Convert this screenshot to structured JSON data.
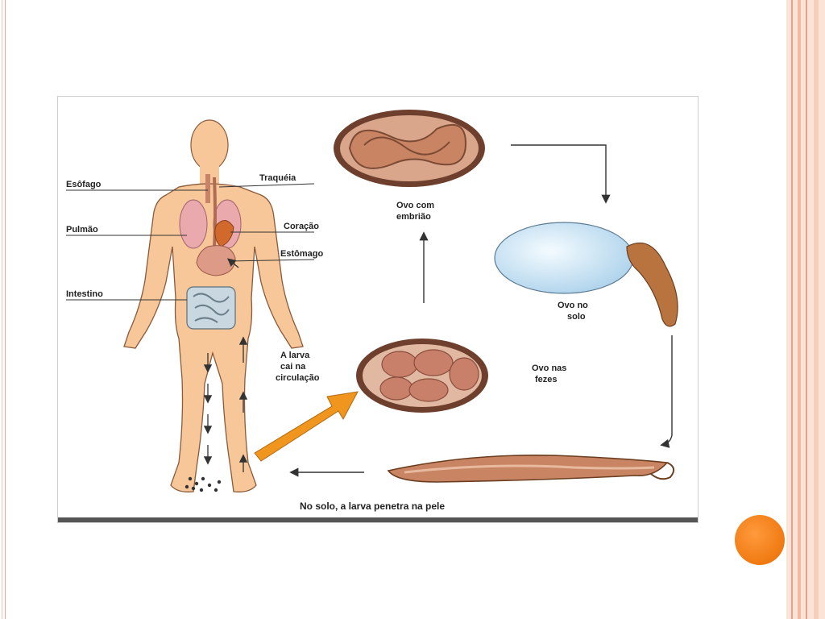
{
  "diagram": {
    "labels": {
      "esofago": "Esôfago",
      "traqueia": "Traquéia",
      "pulmao": "Pulmão",
      "coracao": "Coração",
      "estomago": "Estômago",
      "intestino": "Intestino",
      "larva_line1": "A larva",
      "larva_line2": "cai na",
      "larva_line3": "circulação",
      "ovo_embriao_line1": "Ovo com",
      "ovo_embriao_line2": "embrião",
      "ovo_solo_line1": "Ovo no",
      "ovo_solo_line2": "solo",
      "ovo_fezes_line1": "Ovo nas",
      "ovo_fezes_line2": "fezes",
      "caption": "No solo, a larva penetra na pele"
    },
    "colors": {
      "skin": "#f7c79a",
      "skin_outline": "#8a5a3a",
      "egg_shell": "#7a4a34",
      "worm": "#c98463",
      "membrane": "#cfe6f5",
      "orange_arrow": "#f0951e",
      "accent": "#f07a12"
    }
  }
}
